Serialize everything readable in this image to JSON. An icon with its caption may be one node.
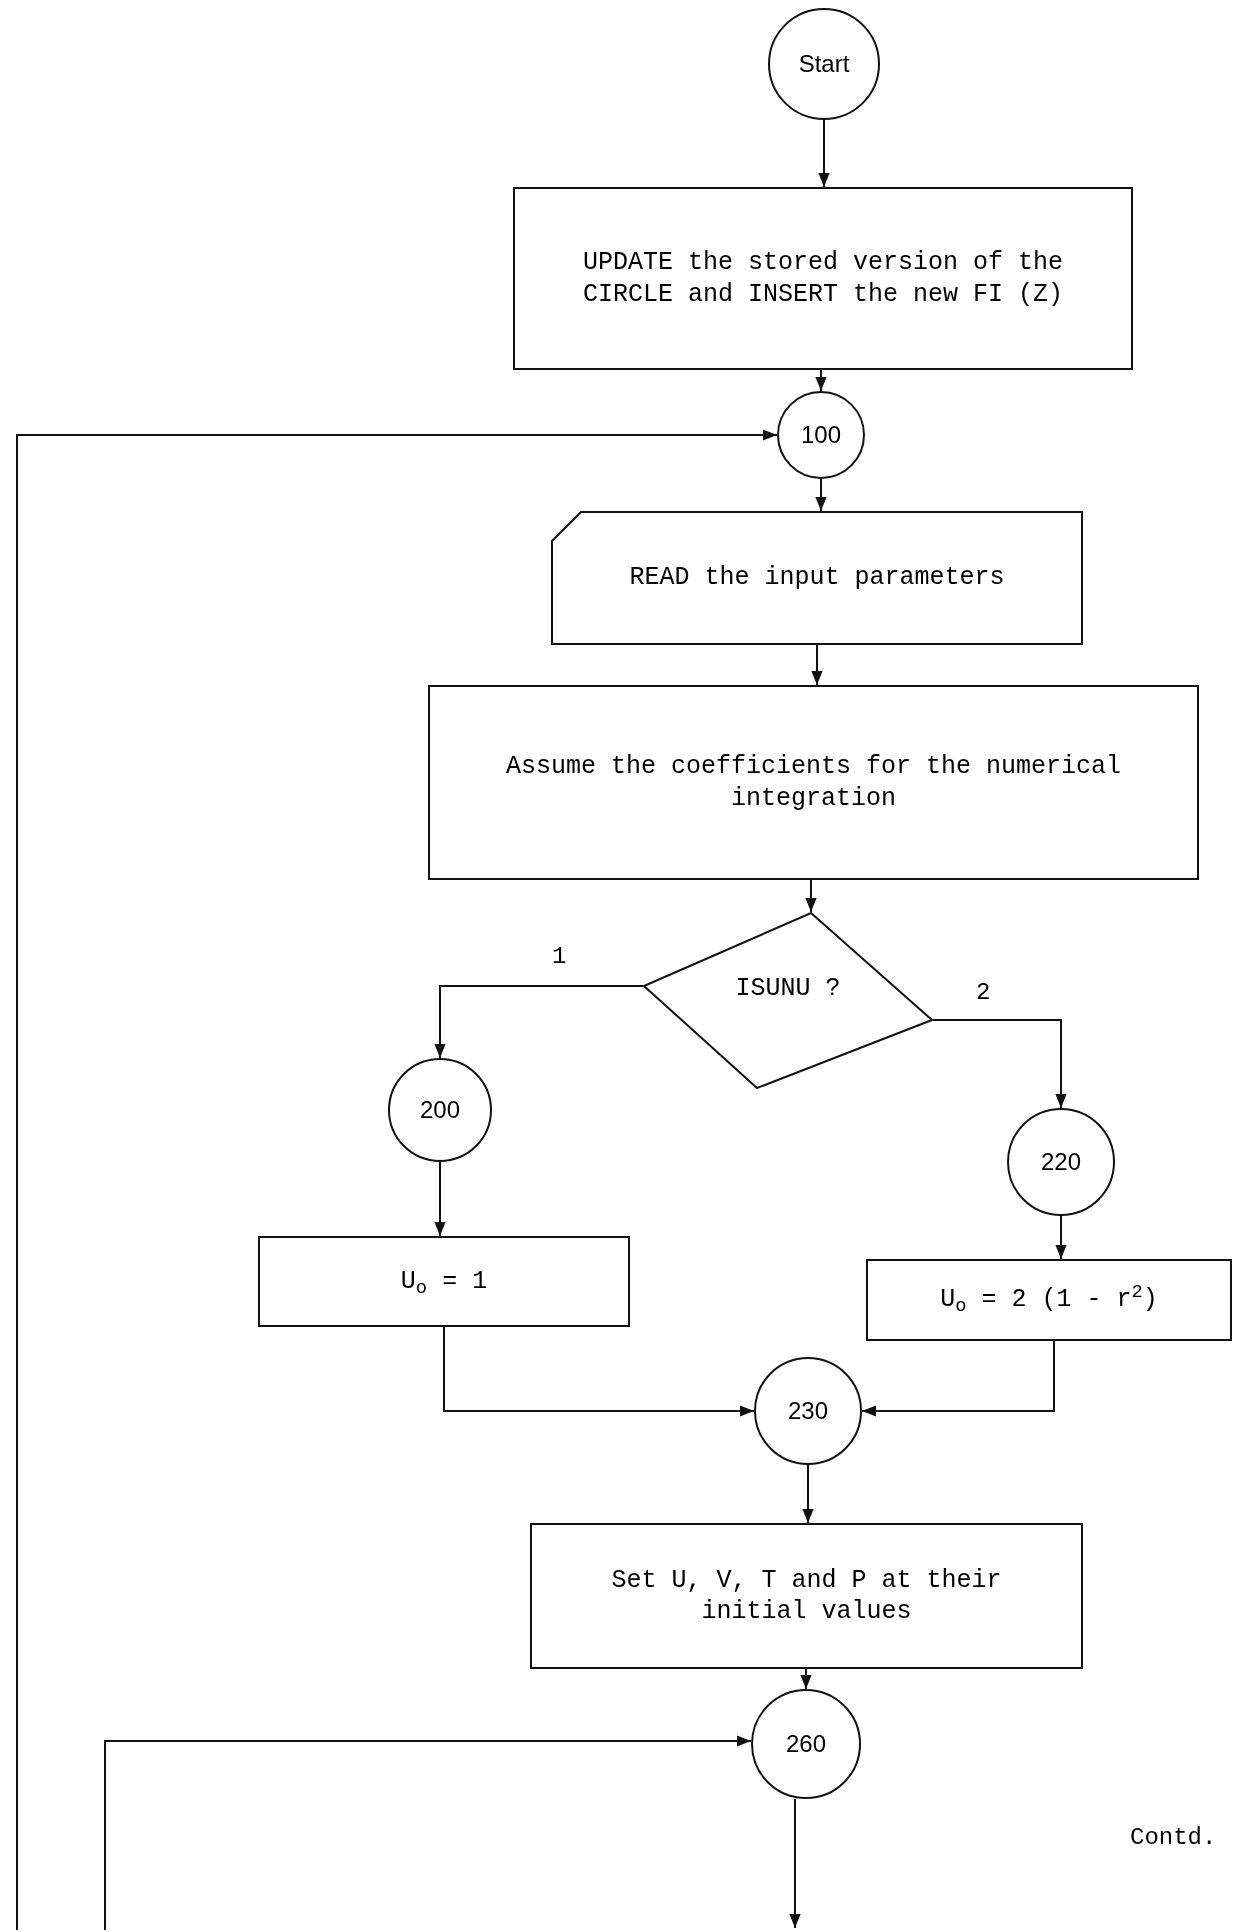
{
  "diagram": {
    "nodes": [
      {
        "text": [
          "Start"
        ]
      },
      {
        "text": [
          "UPDATE the stored version of the CIRCLE and INSERT the new FI (Z)"
        ]
      },
      {
        "text": [
          "100"
        ]
      },
      {
        "text": [
          "READ the input parameters"
        ]
      },
      {
        "text": [
          "Assume the coefficients for the numerical integration"
        ]
      },
      {
        "text": [
          "ISUNU ?"
        ]
      },
      {
        "text": [
          "200"
        ]
      },
      {
        "text": [
          "220"
        ]
      },
      {
        "text": [
          "U$_{o}$ = 1"
        ]
      },
      {
        "text": [
          "U$_{o}$ = 2 (1 - r$^{2}$)"
        ]
      },
      {
        "text": [
          "230"
        ]
      },
      {
        "text": [
          "Set U, V, T and P at their initial values"
        ]
      },
      {
        "text": [
          "260"
        ]
      }
    ],
    "edges": [
      {
        "from": 0,
        "to": 1,
        "arrow": "to"
      },
      {
        "from": 1,
        "to": 2,
        "arrow": "to"
      },
      {
        "from": 2,
        "to": 3,
        "arrow": "to"
      },
      {
        "from": 3,
        "to": 4,
        "arrow": "to"
      },
      {
        "from": 4,
        "to": 5,
        "arrow": "to"
      },
      {
        "from": 5,
        "to": 6,
        "label": "1",
        "arrow": "to"
      },
      {
        "from": 5,
        "to": 7,
        "label": "2",
        "arrow": "to"
      },
      {
        "from": 6,
        "to": 8,
        "arrow": "to"
      },
      {
        "from": 7,
        "to": 9,
        "arrow": "to"
      },
      {
        "from": 8,
        "to": 10,
        "arrow": "to"
      },
      {
        "from": 9,
        "to": 10,
        "arrow": "to"
      },
      {
        "from": 10,
        "to": 11,
        "arrow": "to"
      },
      {
        "from": 11,
        "to": 12,
        "arrow": "to"
      },
      {
        "from": 12,
        "to": null,
        "arrow": "to"
      },
      {
        "from": null,
        "to": 2,
        "arrow": "to"
      },
      {
        "from": null,
        "to": 12,
        "arrow": "to"
      }
    ],
    "labels": [
      "Contd."
    ]
  }
}
